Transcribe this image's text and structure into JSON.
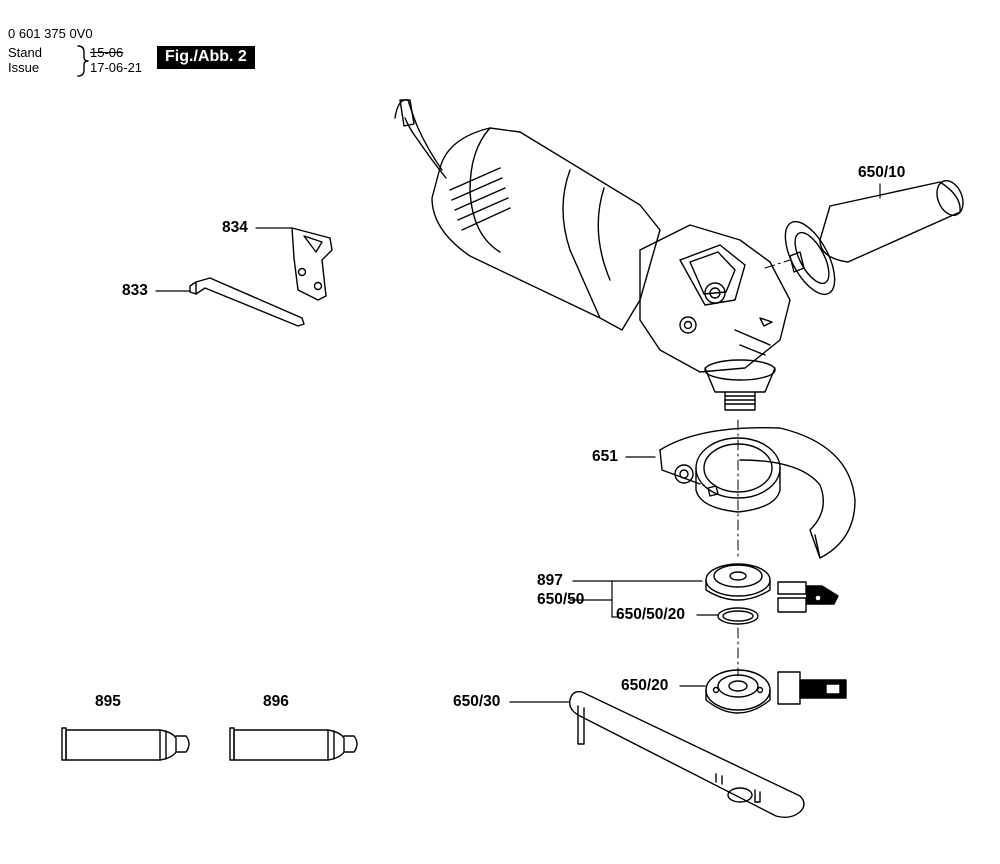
{
  "header": {
    "doc_number": "0 601 375 0V0",
    "stand_label": "Stand",
    "issue_label": "Issue",
    "stand_date": "15-06",
    "issue_date": "17-06-21",
    "figure_tag": "Fig./Abb. 2"
  },
  "parts": {
    "p834": "834",
    "p833": "833",
    "p650_10": "650/10",
    "p651": "651",
    "p897": "897",
    "p650_50": "650/50",
    "p650_50_20": "650/50/20",
    "p650_20": "650/20",
    "p650_30": "650/30",
    "p895": "895",
    "p896": "896"
  }
}
